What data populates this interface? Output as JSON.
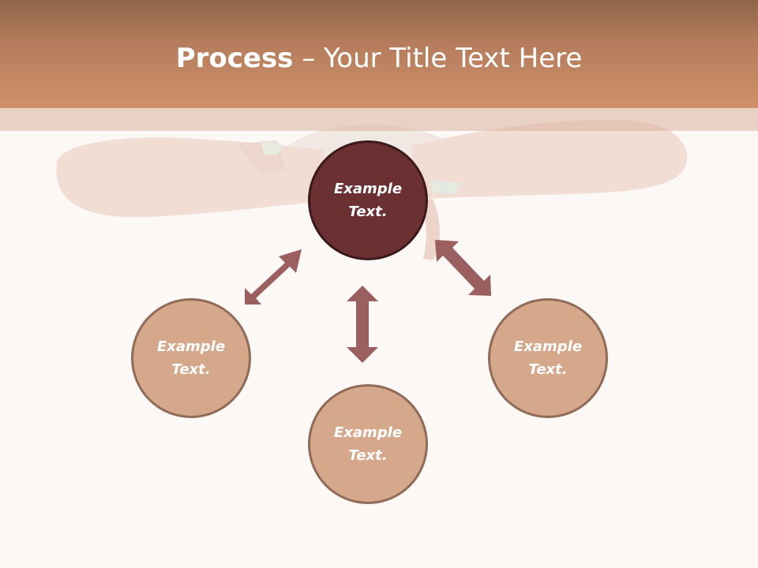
{
  "title": {
    "bold": "Process",
    "rest": " – Your Title Text Here"
  },
  "nodes": {
    "center": "Example\nText.",
    "left": "Example\nText.",
    "bottom": "Example\nText.",
    "right": "Example\nText."
  },
  "colors": {
    "header_top": "#8e6549",
    "header_bottom": "#cf9068",
    "center_fill": "#6b3132",
    "node_fill": "#d5a88b",
    "node_border": "#8f6b58",
    "arrow": "#9b5f5f"
  },
  "icons": {
    "arrows": "double-headed-arrow"
  }
}
